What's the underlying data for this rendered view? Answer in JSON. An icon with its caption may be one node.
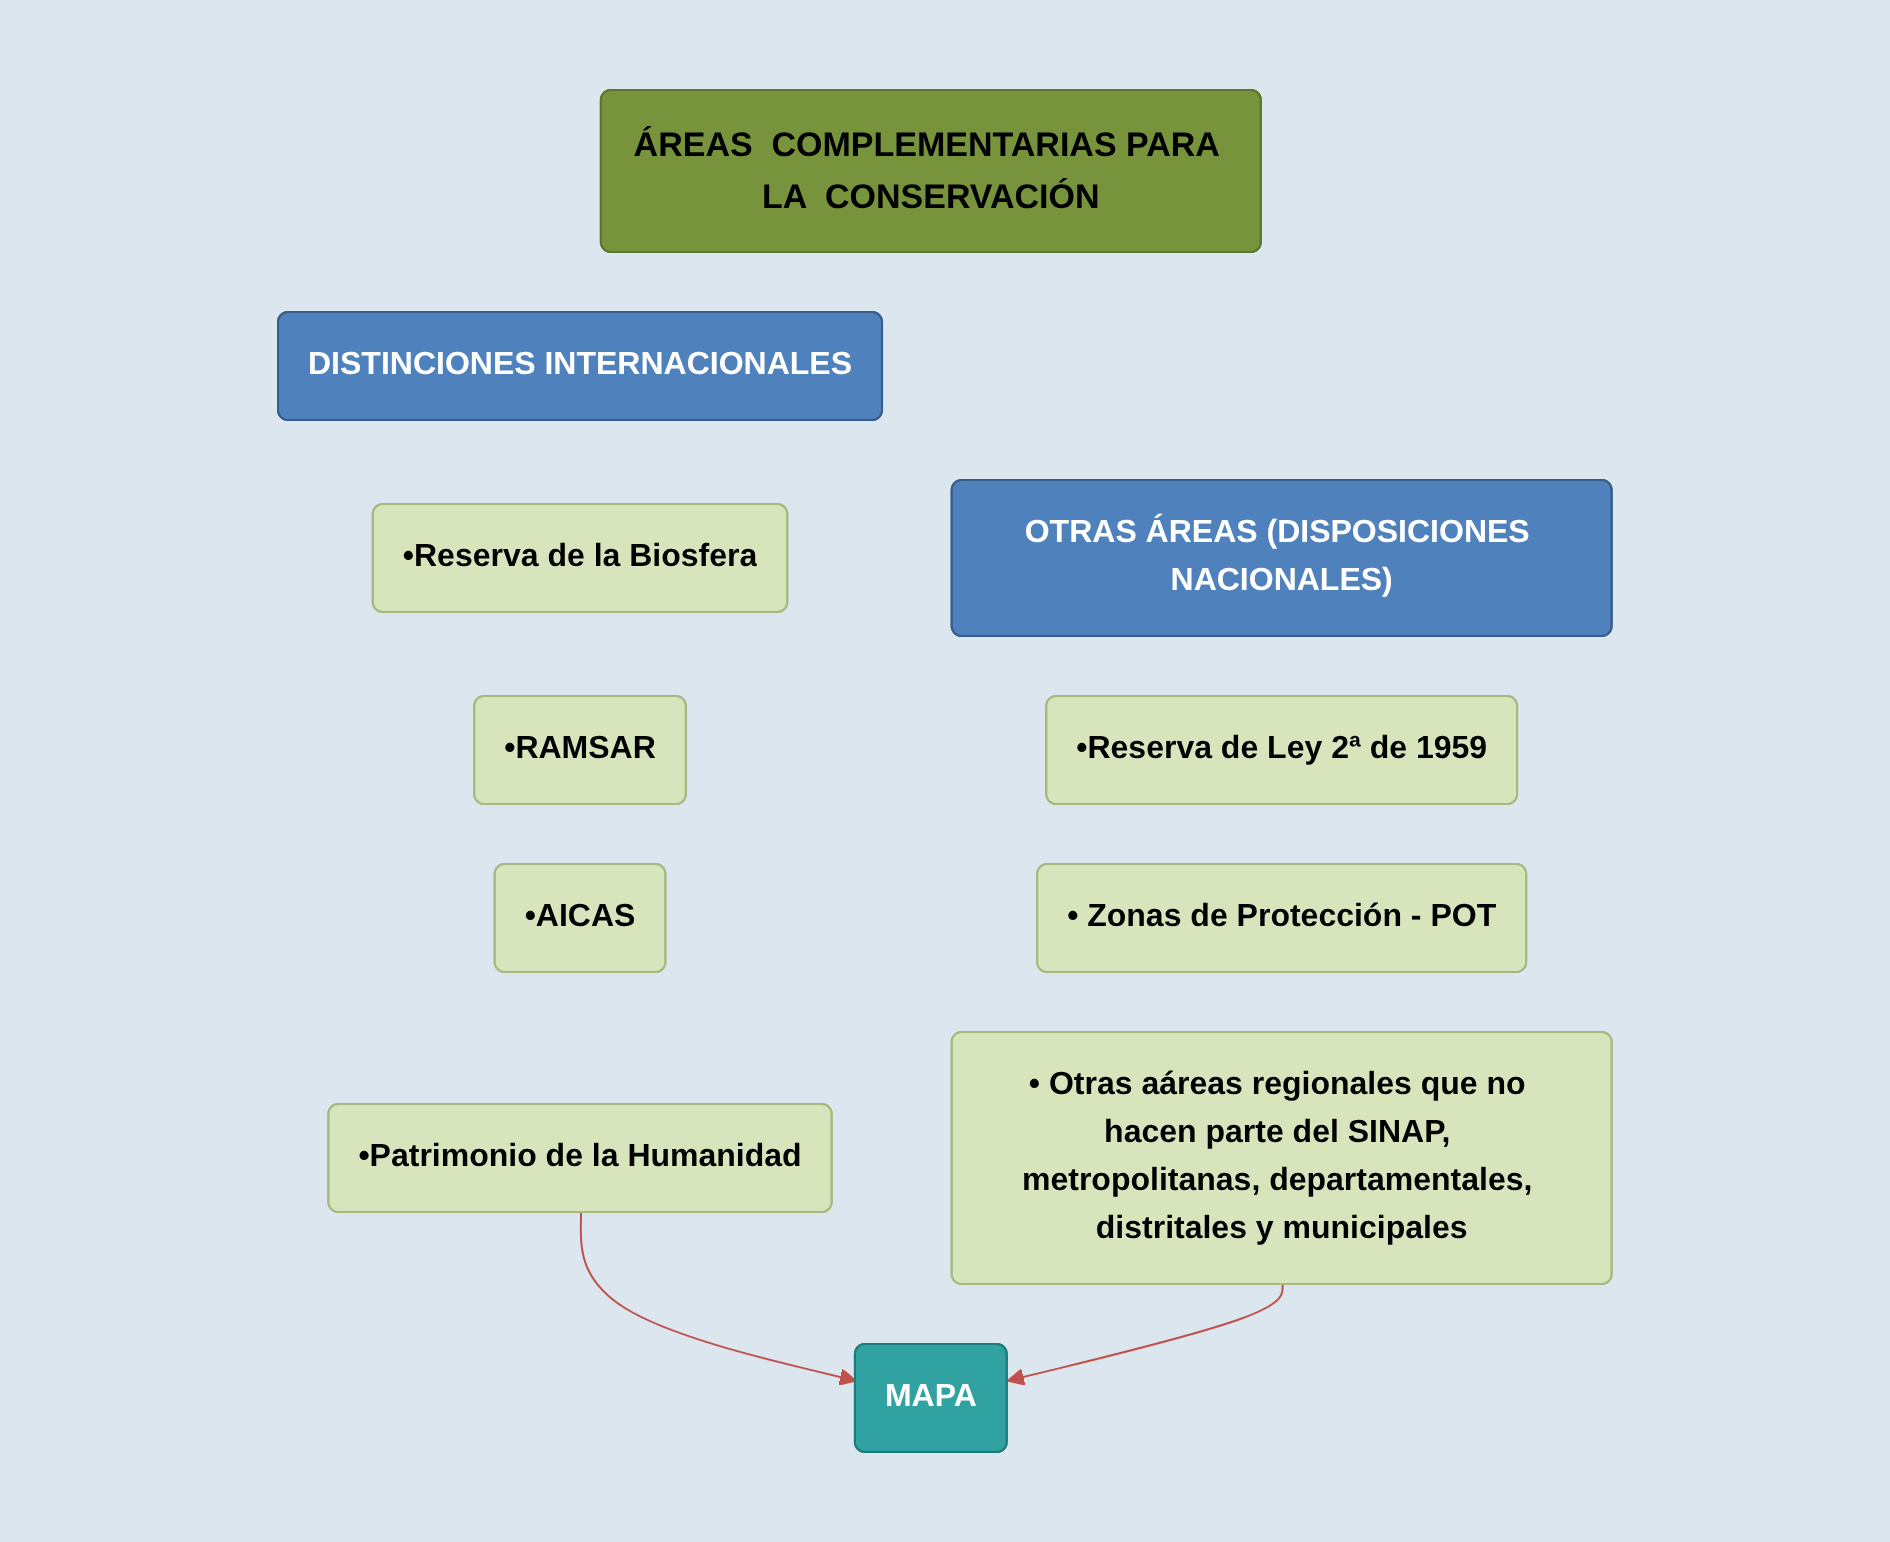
{
  "diagram": {
    "nodes": [
      {
        "text": [
          "ÁREAS  COMPLEMENTARIAS PARA LA  CONSERVACIÓN"
        ]
      },
      {
        "text": [
          "DISTINCIONES INTERNACIONALES"
        ]
      },
      {
        "text": [
          "OTRAS ÁREAS (DISPOSICIONES NACIONALES)"
        ]
      },
      {
        "text": [
          "•Reserva de la Biosfera"
        ]
      },
      {
        "text": [
          "•RAMSAR"
        ]
      },
      {
        "text": [
          "•AICAS"
        ]
      },
      {
        "text": [
          "•Patrimonio de la Humanidad"
        ]
      },
      {
        "text": [
          "•Reserva de Ley 2ª de 1959"
        ]
      },
      {
        "text": [
          "• Zonas de Protección - POT"
        ]
      },
      {
        "text": [
          "• Otras aáreas regionales que no hacen parte del SINAP, metropolitanas, departamentales, distritales y municipales"
        ]
      },
      {
        "text": [
          "MAPA"
        ]
      }
    ],
    "edges": [
      {
        "from": 6,
        "to": 10,
        "arrow": "to",
        "color": "#c0504d"
      },
      {
        "from": 9,
        "to": 10,
        "arrow": "to",
        "color": "#c0504d"
      }
    ]
  }
}
